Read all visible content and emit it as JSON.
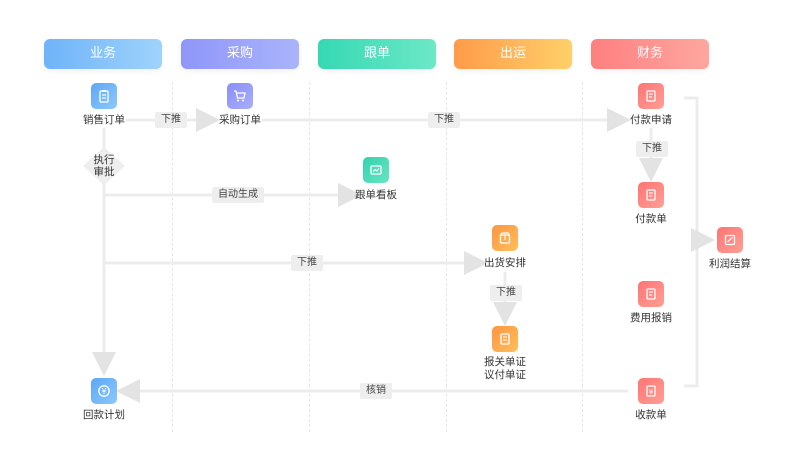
{
  "headers": {
    "business": "业务",
    "purchase": "采购",
    "tracking": "跟单",
    "shipping": "出运",
    "finance": "财务"
  },
  "nodes": {
    "sales_order": "销售订单",
    "purchase_order": "采购订单",
    "payment_request": "付款申请",
    "payment_slip": "付款单",
    "tracking_board": "跟单看板",
    "shipment_arrangement": "出货安排",
    "declaration_line1": "报关单证",
    "declaration_line2": "议付单证",
    "expense_claim": "费用报销",
    "receipt_slip": "收款单",
    "collection_plan": "回款计划",
    "profit_settlement": "利润结算"
  },
  "decision": {
    "line1": "执行",
    "line2": "审批"
  },
  "edge_labels": {
    "push_down_1": "下推",
    "push_down_2": "下推",
    "push_down_3": "下推",
    "push_down_4": "下推",
    "push_down_5": "下推",
    "auto_generate": "自动生成",
    "write_off": "核销"
  },
  "icons": {
    "sales_order": "clipboard-icon",
    "purchase_order": "cart-icon",
    "tracking_board": "chart-board-icon",
    "shipment_arrangement": "package-icon",
    "declaration": "document-icon",
    "payment_request": "doc-request-icon",
    "payment_slip": "doc-payment-icon",
    "expense_claim": "doc-expense-icon",
    "receipt_slip": "receipt-icon",
    "collection_plan": "yuan-coin-icon",
    "profit_settlement": "profit-icon"
  },
  "colors": {
    "business": "#6fb3f9",
    "purchase": "#8f96f9",
    "tracking": "#36d8b4",
    "shipping": "#ff9b4a",
    "finance": "#ff7f7f",
    "connector": "#e9e9e9"
  }
}
